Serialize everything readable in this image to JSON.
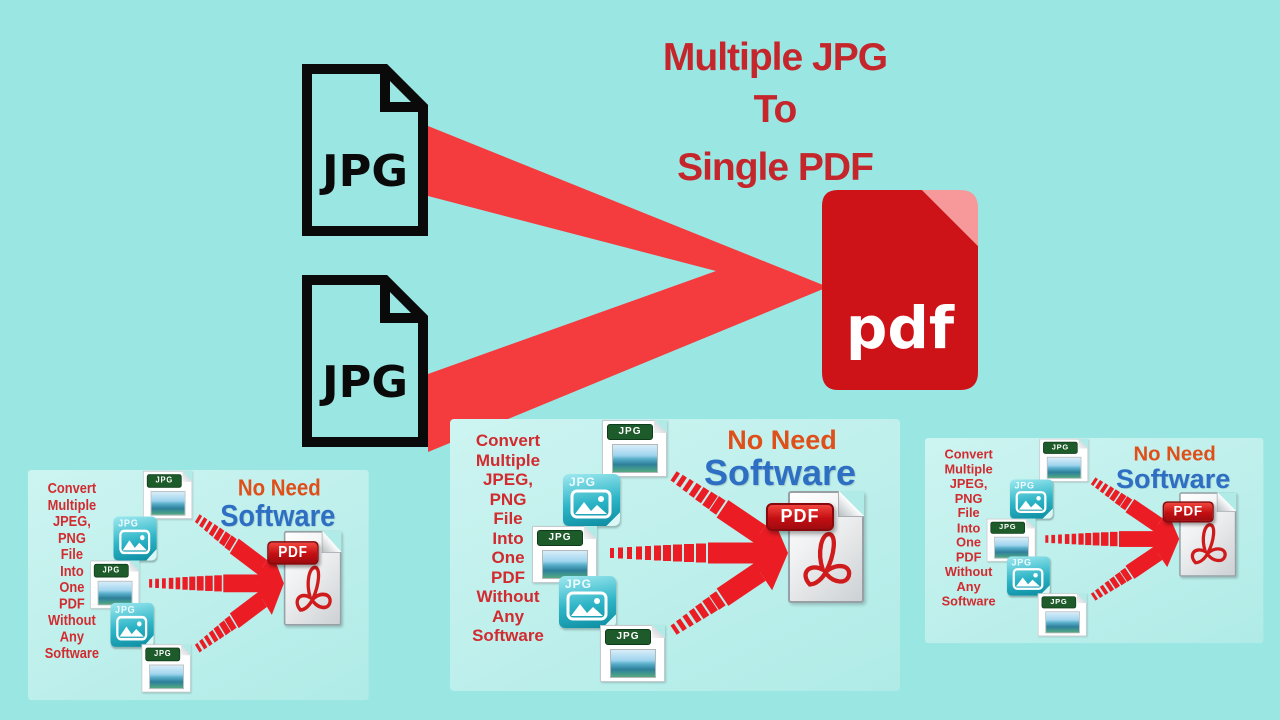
{
  "colors": {
    "page-bg": "#99e6e3",
    "panel-bg-1": "#cdf4f1",
    "panel-bg-2": "#b0ebe7",
    "band-red": "#f43b3d",
    "pdf-red": "#cd1218",
    "pdf-fold-pink": "#f7989b",
    "title-red": "#c5262b",
    "panel-text-red": "#d22b2f",
    "no-need-orange": "#df4f1a",
    "software-blue": "#2e6fc4",
    "arrow-red": "#ec1c24",
    "jpg-band-green": "#1e5b2a",
    "jpg-teal-1": "#9fe9f0",
    "jpg-teal-2": "#0c8ba0",
    "badge-red-1": "#f2453d",
    "badge-red-2": "#9e0b10"
  },
  "title": {
    "line1": "Multiple JPG",
    "line2": "To",
    "line3": "Single PDF"
  },
  "top_graphic": {
    "jpg_label": "JPG",
    "pdf_label": "pdf"
  },
  "panel": {
    "convert_lines": [
      "Convert",
      "Multiple",
      "JPEG,",
      "PNG",
      "File",
      "Into",
      "One",
      "PDF",
      "Without",
      "Any",
      "Software"
    ],
    "no_need": "No Need",
    "software": "Software",
    "jpg_badge": "JPG",
    "pdf_badge": "PDF"
  }
}
